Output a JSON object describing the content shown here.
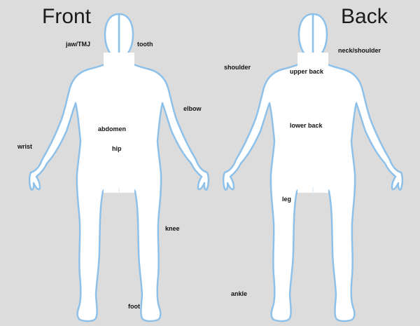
{
  "titles": {
    "front": "Front",
    "back": "Back"
  },
  "front_labels": {
    "jaw": "jaw/TMJ",
    "tooth": "tooth",
    "elbow": "elbow",
    "abdomen": "abdomen",
    "wrist": "wrist",
    "hip": "hip",
    "knee": "knee",
    "foot": "foot"
  },
  "back_labels": {
    "shoulder": "shoulder",
    "neck_shoulder": "neck/shoulder",
    "upper_back": "upper back",
    "lower_back": "lower back",
    "leg": "leg",
    "ankle": "ankle"
  },
  "colors": {
    "background": "#dcdcdc",
    "body_fill": "#ffffff",
    "body_outline": "#8ec1ea",
    "text": "#111111"
  }
}
